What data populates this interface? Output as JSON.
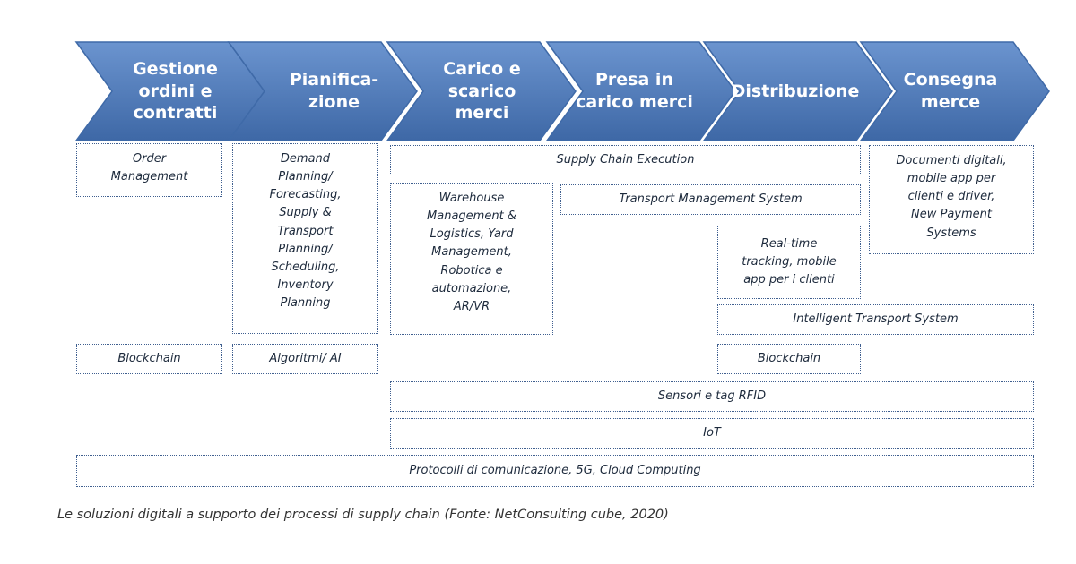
{
  "process_steps": [
    {
      "label": "Gestione\nordini e\ncontratti"
    },
    {
      "label": "Pianifica-\nzione"
    },
    {
      "label": "Carico e\nscarico\nmerci"
    },
    {
      "label": "Presa in\ncarico merci"
    },
    {
      "label": "Distribuzione"
    },
    {
      "label": "Consegna\nmerce"
    }
  ],
  "solutions": {
    "order_management": "Order\nManagement",
    "demand_planning": "Demand\nPlanning/\nForecasting,\nSupply &\nTransport\nPlanning/\nScheduling,\nInventory\nPlanning",
    "supply_chain_execution": "Supply Chain Execution",
    "warehouse_management": "Warehouse\nManagement &\nLogistics, Yard\nManagement,\nRobotica e\nautomazione,\nAR/VR",
    "transport_management_system": "Transport Management System",
    "real_time_tracking": "Real-time\ntracking, mobile\napp per i clienti",
    "documenti_digitali": "Documenti digitali,\nmobile app per\nclienti e driver,\nNew Payment\nSystems",
    "intelligent_transport_system": "Intelligent Transport System",
    "blockchain_left": "Blockchain",
    "algoritmi_ai": "Algoritmi/ AI",
    "blockchain_right": "Blockchain",
    "sensori_rfid": "Sensori e tag RFID",
    "iot": "IoT",
    "protocolli": "Protocolli di comunicazione, 5G, Cloud Computing"
  },
  "caption": "Le soluzioni digitali a supporto dei processi di supply chain (Fonte: NetConsulting cube, 2020)",
  "colors": {
    "chevron_fill": "#4f7dbd",
    "chevron_stroke": "#3f6aa8",
    "box_border": "#3f5f8f"
  }
}
